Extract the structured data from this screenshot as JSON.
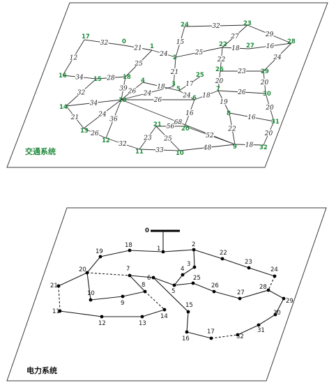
{
  "transport": {
    "title": "交通系统",
    "nodes": [
      {
        "id": "0",
        "label": "0"
      },
      {
        "id": "1",
        "label": "1"
      },
      {
        "id": "2",
        "label": "2"
      },
      {
        "id": "3",
        "label": "3"
      },
      {
        "id": "4",
        "label": "4"
      },
      {
        "id": "5",
        "label": "5"
      },
      {
        "id": "6",
        "label": "6"
      },
      {
        "id": "7",
        "label": "7"
      },
      {
        "id": "8",
        "label": "8"
      },
      {
        "id": "9",
        "label": "9"
      },
      {
        "id": "10",
        "label": "10"
      },
      {
        "id": "11",
        "label": "11"
      },
      {
        "id": "12",
        "label": "12"
      },
      {
        "id": "13",
        "label": "13"
      },
      {
        "id": "14",
        "label": "14"
      },
      {
        "id": "15",
        "label": "15"
      },
      {
        "id": "16",
        "label": "16"
      },
      {
        "id": "17",
        "label": "17"
      },
      {
        "id": "18",
        "label": "18"
      },
      {
        "id": "19",
        "label": "19"
      },
      {
        "id": "20",
        "label": "20"
      },
      {
        "id": "21",
        "label": "21"
      },
      {
        "id": "22",
        "label": "22"
      },
      {
        "id": "23",
        "label": "23"
      },
      {
        "id": "24",
        "label": "24"
      },
      {
        "id": "25",
        "label": "25"
      },
      {
        "id": "26",
        "label": "26"
      },
      {
        "id": "27",
        "label": "27"
      },
      {
        "id": "28",
        "label": "28"
      },
      {
        "id": "29",
        "label": "29"
      },
      {
        "id": "30",
        "label": "30"
      },
      {
        "id": "31",
        "label": "31"
      },
      {
        "id": "32",
        "label": "32"
      }
    ],
    "edges": [
      {
        "a": "17",
        "b": "0",
        "w": "32"
      },
      {
        "a": "0",
        "b": "1",
        "w": "21"
      },
      {
        "a": "17",
        "b": "16",
        "w": "12"
      },
      {
        "a": "16",
        "b": "15",
        "w": "34"
      },
      {
        "a": "15",
        "b": "18",
        "w": "28"
      },
      {
        "a": "18",
        "b": "1",
        "w": "25"
      },
      {
        "a": "1",
        "b": "2",
        "w": "24"
      },
      {
        "a": "2",
        "b": "24",
        "w": "15"
      },
      {
        "a": "24",
        "b": "23",
        "w": "32"
      },
      {
        "a": "23",
        "b": "28",
        "w": "29"
      },
      {
        "a": "2",
        "b": "22",
        "w": "25"
      },
      {
        "a": "22",
        "b": "23",
        "w": "27"
      },
      {
        "a": "22",
        "b": "27",
        "w": "18"
      },
      {
        "a": "27",
        "b": "28",
        "w": "16"
      },
      {
        "a": "28",
        "b": "29",
        "w": "24"
      },
      {
        "a": "22",
        "b": "26",
        "w": "22"
      },
      {
        "a": "26",
        "b": "29",
        "w": "23"
      },
      {
        "a": "29",
        "b": "30",
        "w": "20"
      },
      {
        "a": "26",
        "b": "7",
        "w": "20"
      },
      {
        "a": "7",
        "b": "30",
        "w": "26"
      },
      {
        "a": "30",
        "b": "31",
        "w": "20"
      },
      {
        "a": "31",
        "b": "32",
        "w": "20"
      },
      {
        "a": "9",
        "b": "32",
        "w": "18"
      },
      {
        "a": "8",
        "b": "31",
        "w": "16"
      },
      {
        "a": "8",
        "b": "9",
        "w": "22"
      },
      {
        "a": "7",
        "b": "6",
        "w": "18"
      },
      {
        "a": "7",
        "b": "8",
        "w": "19"
      },
      {
        "a": "25",
        "b": "5",
        "w": "17"
      },
      {
        "a": "2",
        "b": "3",
        "w": "21"
      },
      {
        "a": "3",
        "b": "19",
        "w": "24"
      },
      {
        "a": "4",
        "b": "5",
        "w": "18"
      },
      {
        "a": "5",
        "b": "6",
        "w": "24"
      },
      {
        "a": "6",
        "b": "19",
        "w": "26"
      },
      {
        "a": "6",
        "b": "20",
        "w": "16"
      },
      {
        "a": "4",
        "b": "19",
        "w": "26"
      },
      {
        "a": "18",
        "b": "19",
        "w": "39"
      },
      {
        "a": "15",
        "b": "14",
        "w": "32"
      },
      {
        "a": "14",
        "b": "19",
        "w": "34"
      },
      {
        "a": "14",
        "b": "13",
        "w": "21"
      },
      {
        "a": "13",
        "b": "19",
        "w": "24"
      },
      {
        "a": "13",
        "b": "12",
        "w": "26"
      },
      {
        "a": "12",
        "b": "19",
        "w": "36"
      },
      {
        "a": "12",
        "b": "11",
        "w": "32"
      },
      {
        "a": "11",
        "b": "10",
        "w": "33"
      },
      {
        "a": "11",
        "b": "21",
        "w": "23"
      },
      {
        "a": "21",
        "b": "10",
        "w": "25"
      },
      {
        "a": "21",
        "b": "20",
        "w": "56"
      },
      {
        "a": "10",
        "b": "9",
        "w": "48"
      },
      {
        "a": "19",
        "b": "9",
        "w": "68"
      },
      {
        "a": "20",
        "b": "9",
        "w": "52"
      }
    ]
  },
  "power": {
    "title": "电力系统",
    "nodes": [
      {
        "id": "0",
        "label": "0"
      },
      {
        "id": "1",
        "label": "1"
      },
      {
        "id": "2",
        "label": "2"
      },
      {
        "id": "3",
        "label": "3"
      },
      {
        "id": "4",
        "label": "4"
      },
      {
        "id": "5",
        "label": "5"
      },
      {
        "id": "6",
        "label": "6"
      },
      {
        "id": "7",
        "label": "7"
      },
      {
        "id": "8",
        "label": "8"
      },
      {
        "id": "9",
        "label": "9"
      },
      {
        "id": "10",
        "label": "10"
      },
      {
        "id": "11",
        "label": "11"
      },
      {
        "id": "12",
        "label": "12"
      },
      {
        "id": "13",
        "label": "13"
      },
      {
        "id": "14",
        "label": "14"
      },
      {
        "id": "15",
        "label": "15"
      },
      {
        "id": "16",
        "label": "16"
      },
      {
        "id": "17",
        "label": "17"
      },
      {
        "id": "18",
        "label": "18"
      },
      {
        "id": "19",
        "label": "19"
      },
      {
        "id": "20",
        "label": "20"
      },
      {
        "id": "21",
        "label": "21"
      },
      {
        "id": "22",
        "label": "22"
      },
      {
        "id": "23",
        "label": "23"
      },
      {
        "id": "24",
        "label": "24"
      },
      {
        "id": "25",
        "label": "25"
      },
      {
        "id": "26",
        "label": "26"
      },
      {
        "id": "27",
        "label": "27"
      },
      {
        "id": "28",
        "label": "28"
      },
      {
        "id": "29",
        "label": "29"
      },
      {
        "id": "30",
        "label": "30"
      },
      {
        "id": "31",
        "label": "31"
      },
      {
        "id": "32",
        "label": "32"
      }
    ],
    "lines": [
      {
        "a": "0",
        "b": "1",
        "type": "solid"
      },
      {
        "a": "1",
        "b": "18",
        "type": "solid"
      },
      {
        "a": "18",
        "b": "19",
        "type": "solid"
      },
      {
        "a": "19",
        "b": "20",
        "type": "solid"
      },
      {
        "a": "20",
        "b": "21",
        "type": "solid"
      },
      {
        "a": "20",
        "b": "10",
        "type": "solid"
      },
      {
        "a": "10",
        "b": "9",
        "type": "solid"
      },
      {
        "a": "9",
        "b": "8",
        "type": "solid"
      },
      {
        "a": "11",
        "b": "12",
        "type": "solid"
      },
      {
        "a": "12",
        "b": "13",
        "type": "solid"
      },
      {
        "a": "13",
        "b": "14",
        "type": "solid"
      },
      {
        "a": "1",
        "b": "2",
        "type": "solid"
      },
      {
        "a": "2",
        "b": "22",
        "type": "solid"
      },
      {
        "a": "22",
        "b": "23",
        "type": "solid"
      },
      {
        "a": "23",
        "b": "24",
        "type": "solid"
      },
      {
        "a": "2",
        "b": "3",
        "type": "solid"
      },
      {
        "a": "3",
        "b": "4",
        "type": "solid"
      },
      {
        "a": "4",
        "b": "5",
        "type": "solid"
      },
      {
        "a": "5",
        "b": "6",
        "type": "solid"
      },
      {
        "a": "6",
        "b": "7",
        "type": "solid"
      },
      {
        "a": "7",
        "b": "8",
        "type": "solid"
      },
      {
        "a": "5",
        "b": "25",
        "type": "solid"
      },
      {
        "a": "25",
        "b": "26",
        "type": "solid"
      },
      {
        "a": "26",
        "b": "27",
        "type": "solid"
      },
      {
        "a": "27",
        "b": "28",
        "type": "solid"
      },
      {
        "a": "28",
        "b": "29",
        "type": "solid"
      },
      {
        "a": "29",
        "b": "30",
        "type": "solid"
      },
      {
        "a": "30",
        "b": "31",
        "type": "solid"
      },
      {
        "a": "31",
        "b": "32",
        "type": "solid"
      },
      {
        "a": "6",
        "b": "15",
        "type": "solid"
      },
      {
        "a": "15",
        "b": "16",
        "type": "solid"
      },
      {
        "a": "16",
        "b": "17",
        "type": "solid"
      },
      {
        "a": "20",
        "b": "7",
        "type": "dashed"
      },
      {
        "a": "21",
        "b": "11",
        "type": "dashed"
      },
      {
        "a": "8",
        "b": "14",
        "type": "dashed"
      },
      {
        "a": "17",
        "b": "32",
        "type": "dashed"
      },
      {
        "a": "24",
        "b": "28",
        "type": "dashed"
      }
    ]
  }
}
